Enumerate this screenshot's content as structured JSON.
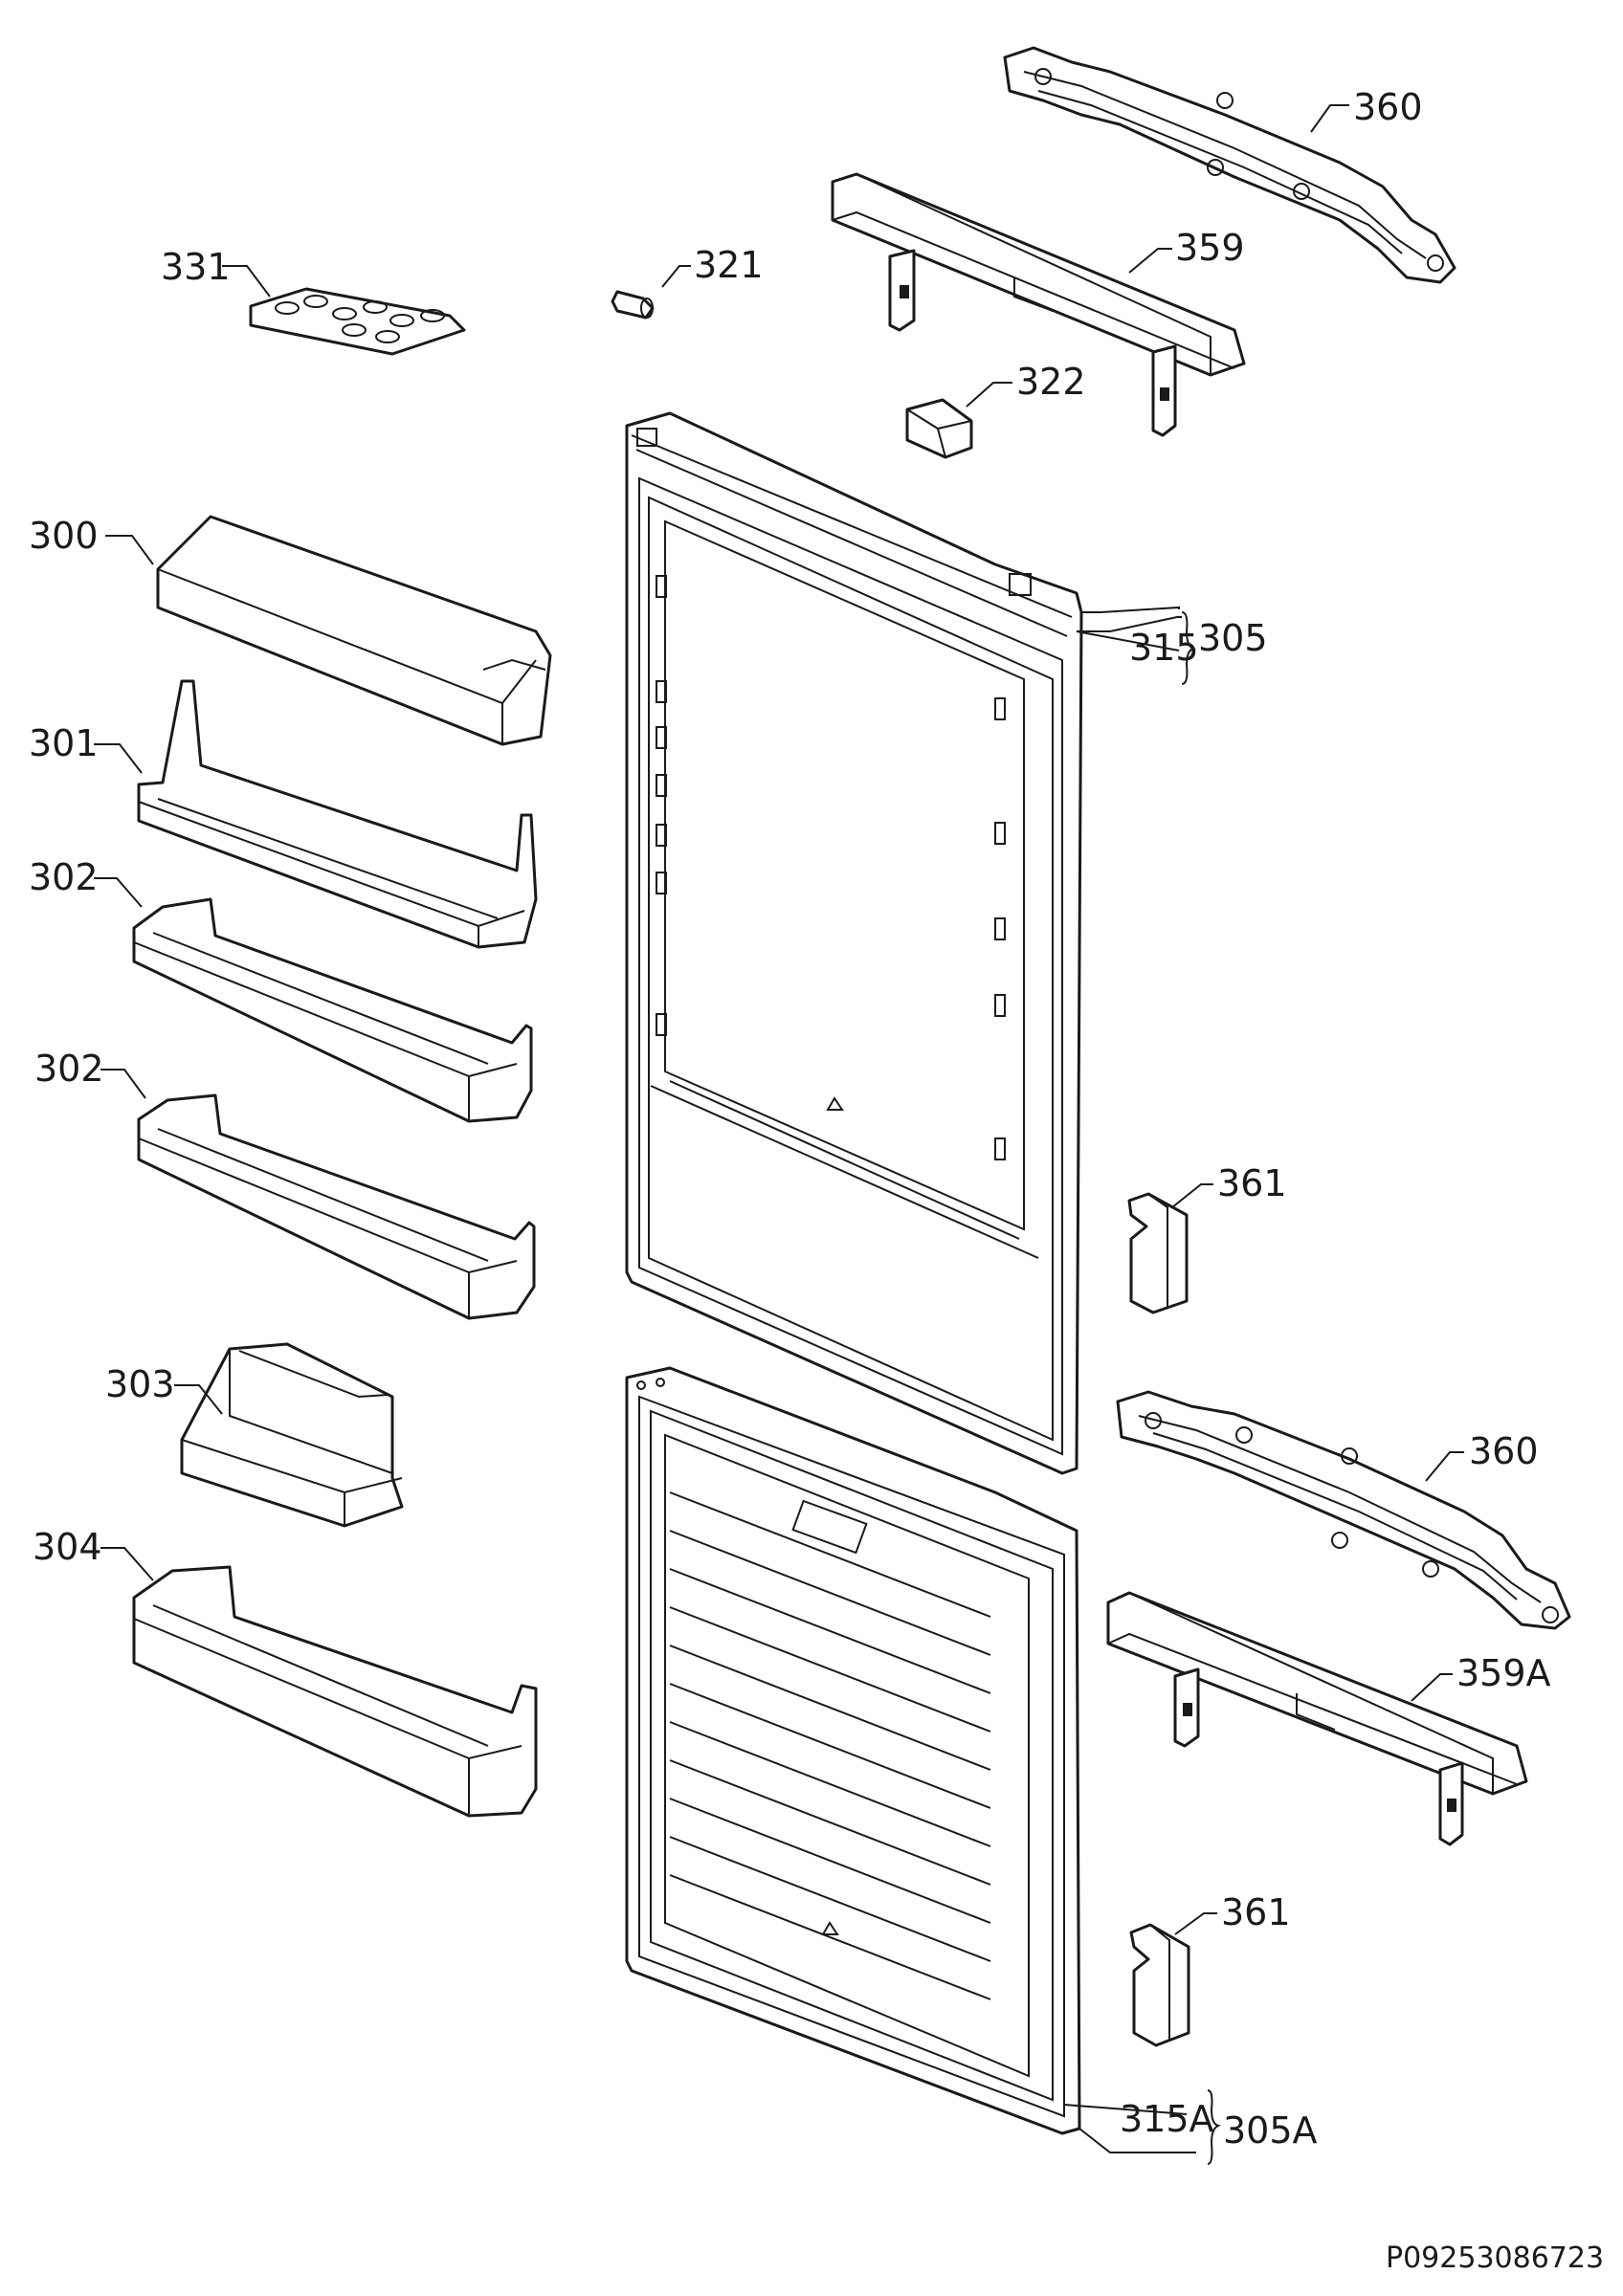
{
  "diagram": {
    "document_id": "P09253086723",
    "callouts": {
      "c360_top": "360",
      "c359": "359",
      "c331": "331",
      "c321": "321",
      "c322": "322",
      "c300": "300",
      "c301": "301",
      "c302_a": "302",
      "c302_b": "302",
      "c303": "303",
      "c304": "304",
      "c315": "315",
      "c305": "305",
      "c361_top": "361",
      "c360_bottom": "360",
      "c359A": "359A",
      "c361_bottom": "361",
      "c315A": "315A",
      "c305A": "305A"
    }
  }
}
